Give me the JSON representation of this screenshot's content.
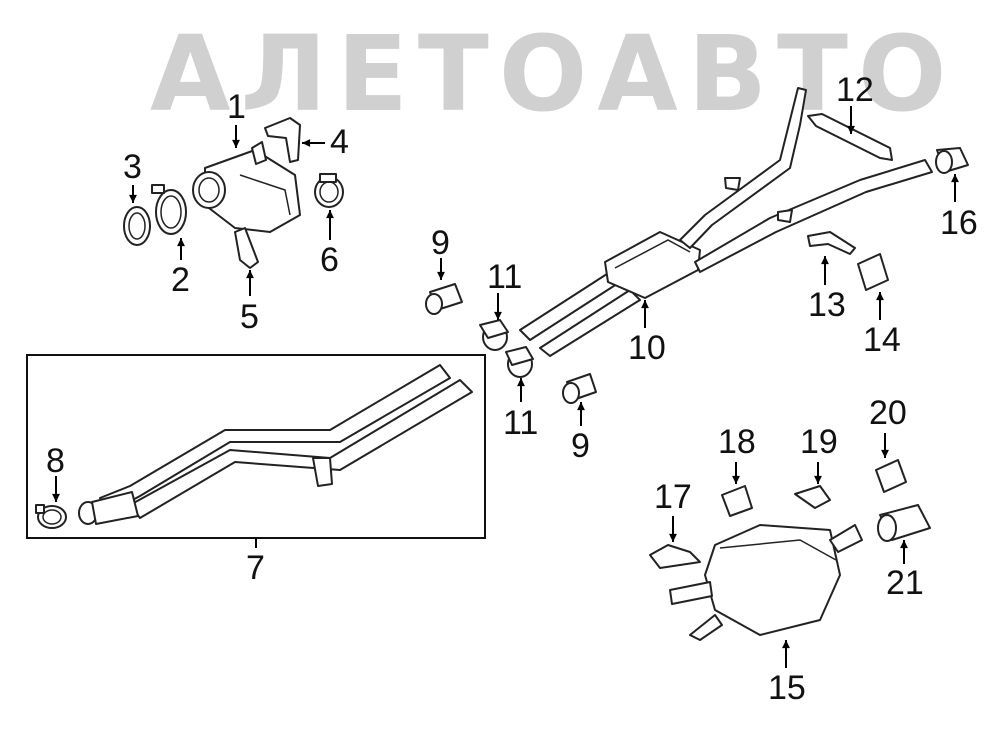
{
  "watermark": {
    "text": "АЛЕТОАВТО"
  },
  "callouts": [
    {
      "id": "c1",
      "text": "1"
    },
    {
      "id": "c2",
      "text": "2"
    },
    {
      "id": "c3",
      "text": "3"
    },
    {
      "id": "c4",
      "text": "4"
    },
    {
      "id": "c5",
      "text": "5"
    },
    {
      "id": "c6",
      "text": "6"
    },
    {
      "id": "c7",
      "text": "7"
    },
    {
      "id": "c8",
      "text": "8"
    },
    {
      "id": "c9a",
      "text": "9"
    },
    {
      "id": "c9b",
      "text": "9"
    },
    {
      "id": "c10",
      "text": "10"
    },
    {
      "id": "c11a",
      "text": "11"
    },
    {
      "id": "c11b",
      "text": "11"
    },
    {
      "id": "c12",
      "text": "12"
    },
    {
      "id": "c13",
      "text": "13"
    },
    {
      "id": "c14",
      "text": "14"
    },
    {
      "id": "c15",
      "text": "15"
    },
    {
      "id": "c16",
      "text": "16"
    },
    {
      "id": "c17",
      "text": "17"
    },
    {
      "id": "c18",
      "text": "18"
    },
    {
      "id": "c19",
      "text": "19"
    },
    {
      "id": "c20",
      "text": "20"
    },
    {
      "id": "c21",
      "text": "21"
    }
  ]
}
